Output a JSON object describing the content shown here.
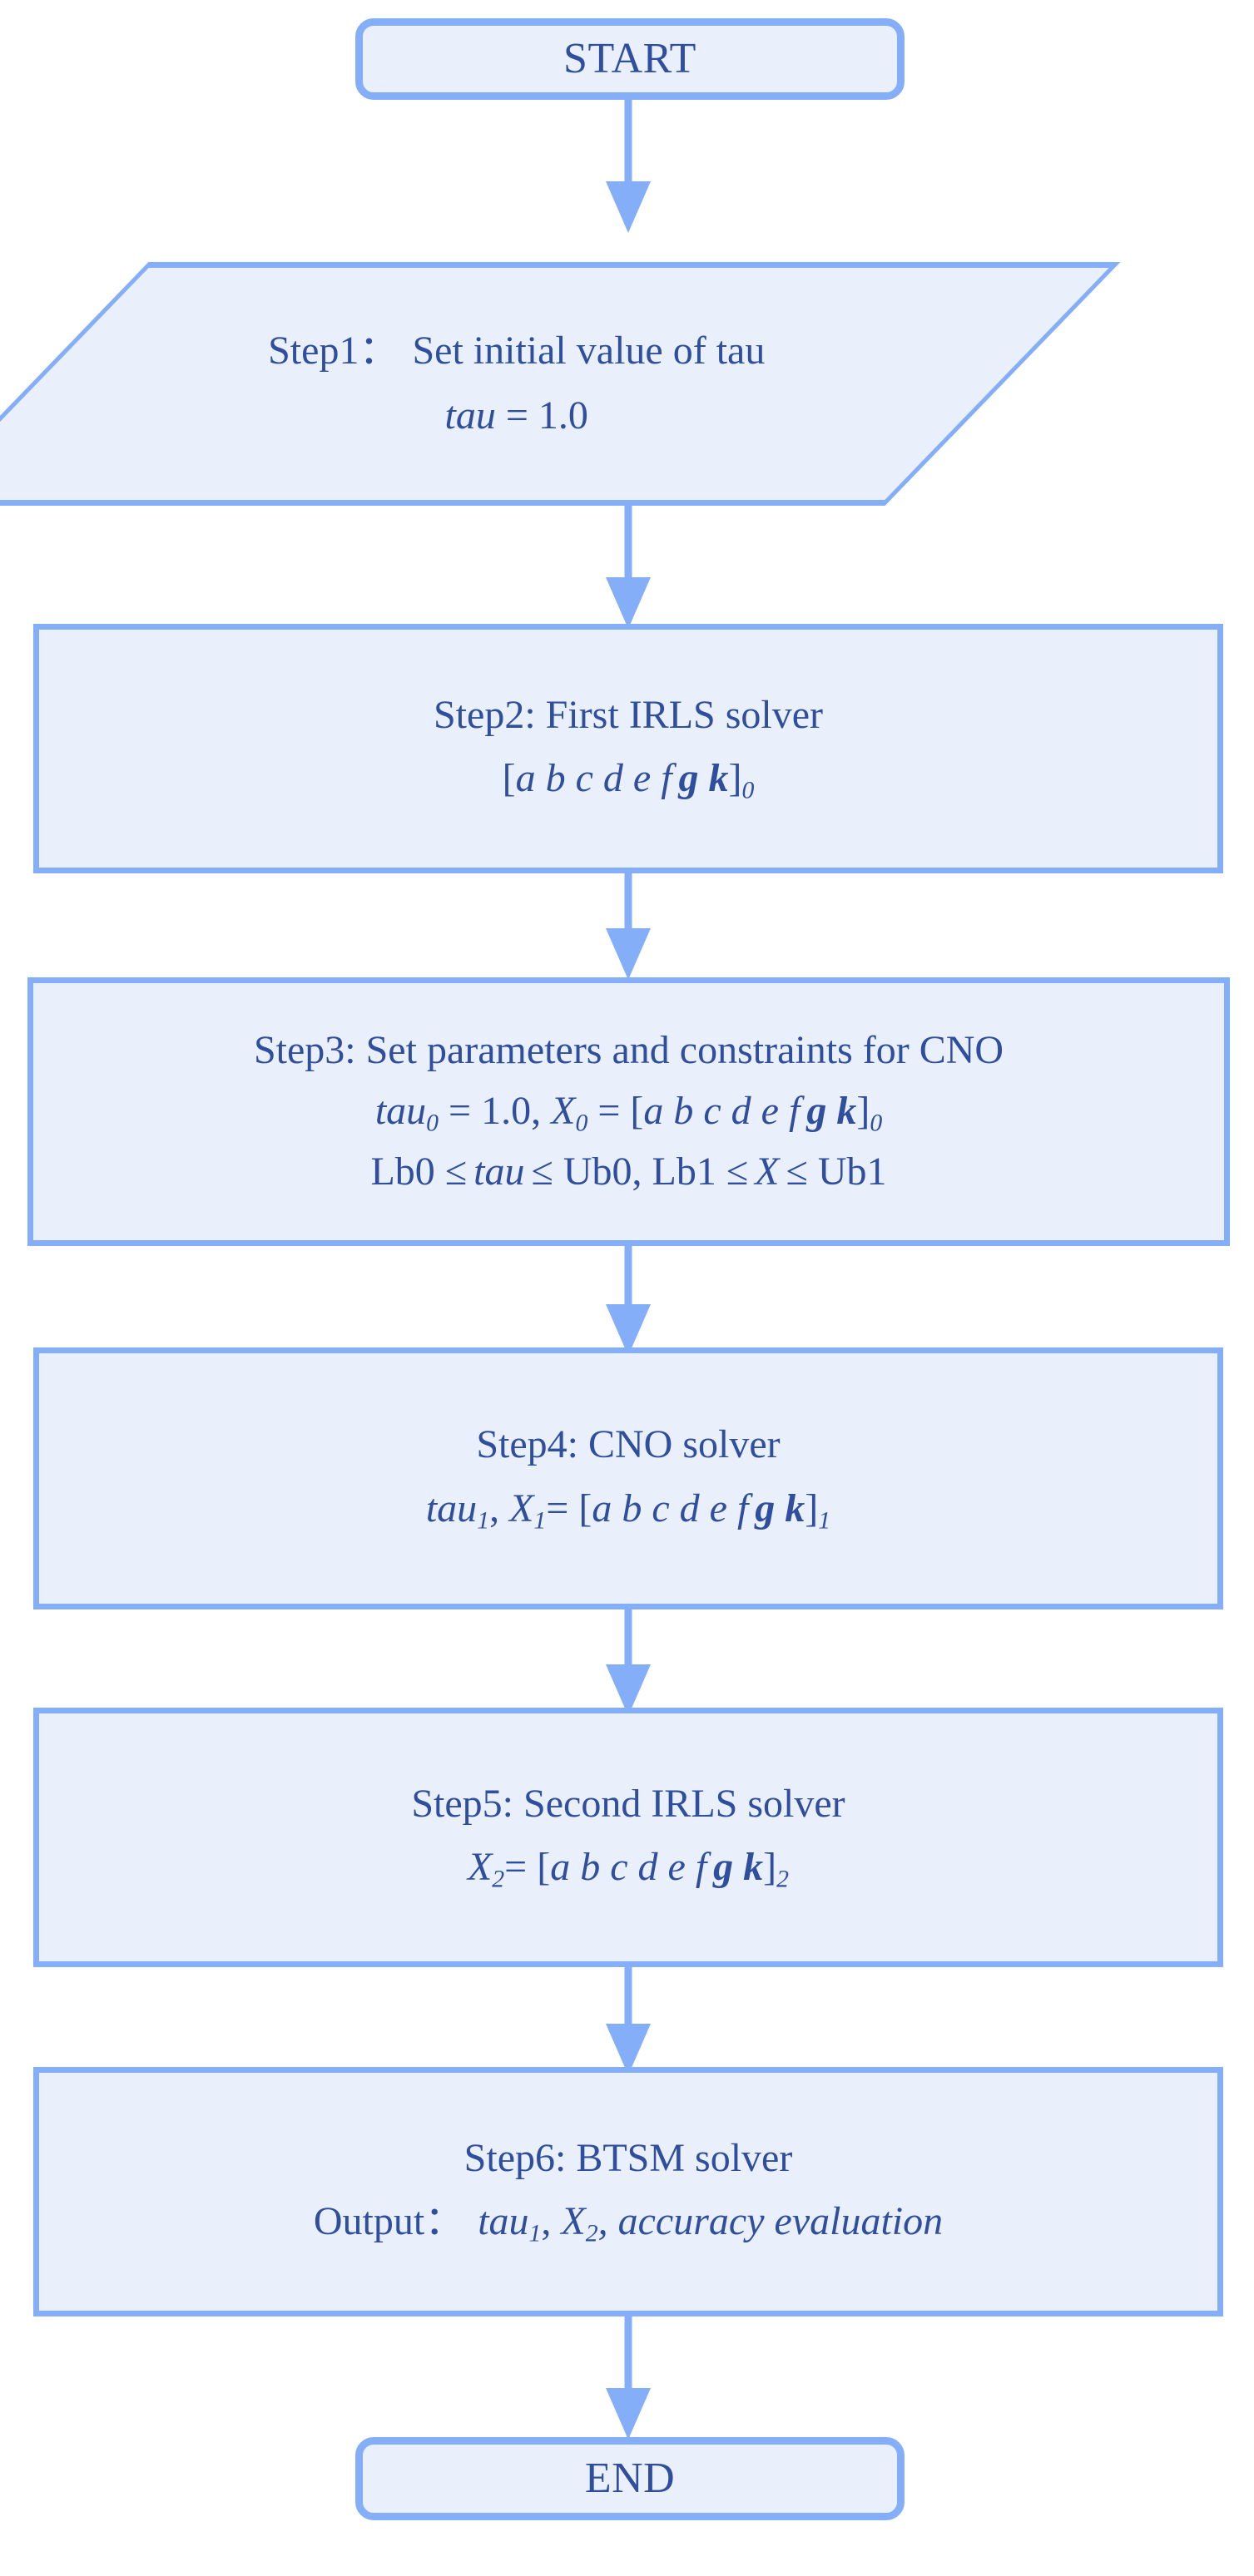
{
  "diagram": {
    "title": "BTSM solver workflow flowchart",
    "colors": {
      "node_fill": "#eaf0fb",
      "node_border": "#84aef8",
      "text": "#2f4e9e",
      "background": "#ffffff"
    },
    "nodes": {
      "start": {
        "shape": "terminator",
        "label": "START"
      },
      "step1": {
        "shape": "parallelogram",
        "line1": "Step1：",
        "line1b": "Set initial value of tau",
        "line2_var": "tau",
        "line2_rest": " = 1.0"
      },
      "step2": {
        "shape": "process",
        "line1": "Step2: First IRLS solver",
        "line2_open": "[",
        "line2_vars": "a b c d e f",
        "line2_bold": "g k",
        "line2_close": "]",
        "line2_sub": "0"
      },
      "step3": {
        "shape": "process",
        "line1": "Step3: Set parameters and constraints for CNO",
        "line2_tau": "tau",
        "line2_tau_sub": "0",
        "line2_eq": " = 1.0, ",
        "line2_X": "X",
        "line2_X_sub": "0",
        "line2_eq2": " = [",
        "line2_vars": "a b c d e f",
        "line2_bold": "g k",
        "line2_close": "]",
        "line2_close_sub": "0",
        "line3_a": "Lb0 ",
        "line3_le1": "≤",
        "line3_tau": "tau",
        "line3_le2": "≤",
        "line3_b": " Ub0, Lb1 ",
        "line3_le3": "≤",
        "line3_X": "X",
        "line3_le4": "≤",
        "line3_c": " Ub1"
      },
      "step4": {
        "shape": "process",
        "line1": "Step4: CNO solver",
        "line2_tau": "tau",
        "line2_tau_sub": "1",
        "line2_comma": ", ",
        "line2_X": "X",
        "line2_X_sub": "1",
        "line2_eq": "= [",
        "line2_vars": "a b c d e f",
        "line2_bold": "g k",
        "line2_close": "]",
        "line2_close_sub": "1"
      },
      "step5": {
        "shape": "process",
        "line1": "Step5: Second IRLS solver",
        "line2_X": "X",
        "line2_X_sub": "2",
        "line2_eq": "= [",
        "line2_vars": "a b c d e f",
        "line2_bold": "g k",
        "line2_close": "]",
        "line2_close_sub": "2"
      },
      "step6": {
        "shape": "process",
        "line1": "Step6: BTSM solver",
        "line2_label": "Output：",
        "line2_tau": "tau",
        "line2_tau_sub": "1",
        "line2_comma": ", ",
        "line2_X": "X",
        "line2_X_sub": "2",
        "line2_rest": ", accuracy evaluation"
      },
      "end": {
        "shape": "terminator",
        "label": "END"
      }
    },
    "edges": [
      {
        "from": "START",
        "to": "Step1",
        "style": "arrow-down"
      },
      {
        "from": "Step1",
        "to": "Step2",
        "style": "arrow-down"
      },
      {
        "from": "Step2",
        "to": "Step3",
        "style": "arrow-down"
      },
      {
        "from": "Step3",
        "to": "Step4",
        "style": "arrow-down"
      },
      {
        "from": "Step4",
        "to": "Step5",
        "style": "arrow-down"
      },
      {
        "from": "Step5",
        "to": "Step6",
        "style": "arrow-down"
      },
      {
        "from": "Step6",
        "to": "END",
        "style": "arrow-down"
      }
    ]
  }
}
